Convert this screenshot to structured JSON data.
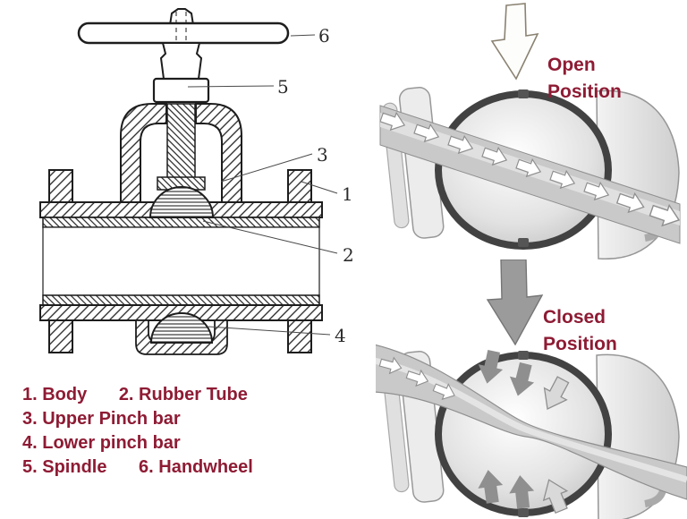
{
  "colors": {
    "accent_maroon": "#8e1b34",
    "line_art": "#1d1d1d",
    "illo_body_gray": "#ececec",
    "illo_rubber_dark": "#424242",
    "illo_ribbon_gray": "#c9c9c9",
    "illo_arrow_gray": "#9b9b9b"
  },
  "drawing": {
    "callouts": {
      "body": "1",
      "rubber_tube": "2",
      "upper_pinch_bar": "3",
      "lower_pinch_bar": "4",
      "spindle": "5",
      "handwheel": "6"
    }
  },
  "legend": {
    "rows": [
      {
        "a": "1. Body",
        "b": "2. Rubber Tube"
      },
      {
        "a": "3. Upper Pinch bar",
        "b": ""
      },
      {
        "a": "4. Lower pinch bar",
        "b": ""
      },
      {
        "a": "5. Spindle",
        "b": "6. Handwheel"
      }
    ]
  },
  "panels": {
    "open": {
      "label": "Open Position"
    },
    "closed": {
      "label": "Closed Position"
    }
  }
}
